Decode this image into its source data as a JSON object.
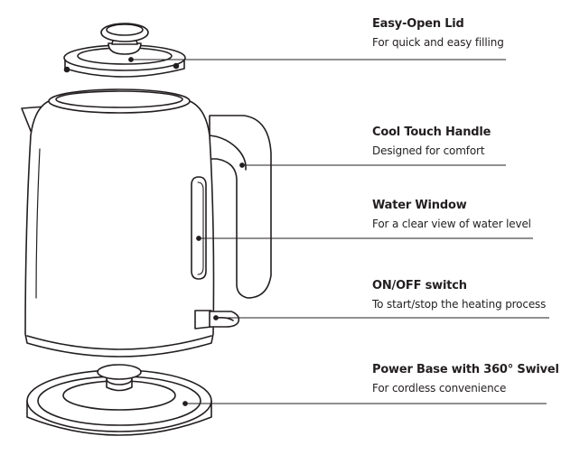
{
  "features": [
    {
      "id": "lid",
      "title": "Easy-Open Lid",
      "desc": "For quick and easy filling"
    },
    {
      "id": "handle",
      "title": "Cool Touch Handle",
      "desc": "Designed for comfort"
    },
    {
      "id": "window",
      "title": "Water Window",
      "desc": "For a clear view of water level"
    },
    {
      "id": "switch",
      "title": "ON/OFF switch",
      "desc": "To start/stop the heating process"
    },
    {
      "id": "base",
      "title": "Power Base with 360°  Swivel",
      "desc": "For cordless convenience"
    }
  ],
  "colors": {
    "line": "#231f20",
    "text": "#231f20",
    "background": "#ffffff"
  }
}
